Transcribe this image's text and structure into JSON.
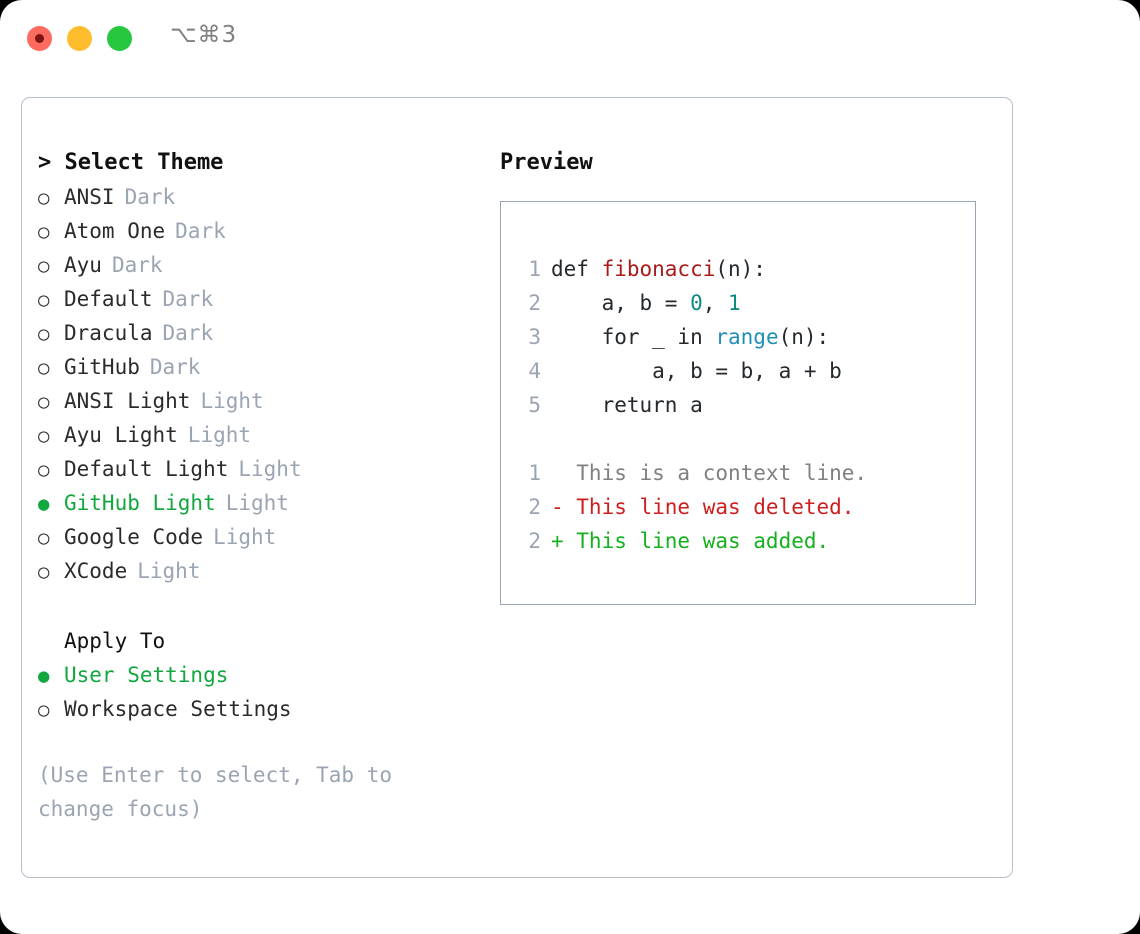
{
  "titlebar": {
    "shortcut": "⌥⌘3",
    "buttons": [
      "close",
      "minimize",
      "maximize"
    ]
  },
  "theme_picker": {
    "heading": "> Select Theme",
    "marker_unselected": "○",
    "marker_selected": "●",
    "items": [
      {
        "label": "ANSI",
        "kind": "Dark",
        "selected": false
      },
      {
        "label": "Atom One",
        "kind": "Dark",
        "selected": false
      },
      {
        "label": "Ayu",
        "kind": "Dark",
        "selected": false
      },
      {
        "label": "Default",
        "kind": "Dark",
        "selected": false
      },
      {
        "label": "Dracula",
        "kind": "Dark",
        "selected": false
      },
      {
        "label": "GitHub",
        "kind": "Dark",
        "selected": false
      },
      {
        "label": "ANSI Light",
        "kind": "Light",
        "selected": false
      },
      {
        "label": "Ayu Light",
        "kind": "Light",
        "selected": false
      },
      {
        "label": "Default Light",
        "kind": "Light",
        "selected": false
      },
      {
        "label": "GitHub Light",
        "kind": "Light",
        "selected": true
      },
      {
        "label": "Google Code",
        "kind": "Light",
        "selected": false
      },
      {
        "label": "XCode",
        "kind": "Light",
        "selected": false
      }
    ]
  },
  "apply_to": {
    "heading": "Apply To",
    "items": [
      {
        "label": "User Settings",
        "selected": true
      },
      {
        "label": "Workspace Settings",
        "selected": false
      }
    ]
  },
  "hint": "(Use Enter to select, Tab to change focus)",
  "preview": {
    "title": "Preview",
    "code_lines": [
      {
        "no": "1",
        "parts": [
          {
            "t": "def ",
            "c": "code-text"
          },
          {
            "t": "fibonacci",
            "c": "tok-fn"
          },
          {
            "t": "(n):",
            "c": "code-text"
          }
        ]
      },
      {
        "no": "2",
        "parts": [
          {
            "t": "    a, b = ",
            "c": "code-text"
          },
          {
            "t": "0",
            "c": "tok-num"
          },
          {
            "t": ", ",
            "c": "code-text"
          },
          {
            "t": "1",
            "c": "tok-num"
          }
        ]
      },
      {
        "no": "3",
        "parts": [
          {
            "t": "    for _ in ",
            "c": "code-text"
          },
          {
            "t": "range",
            "c": "tok-call"
          },
          {
            "t": "(n):",
            "c": "code-text"
          }
        ]
      },
      {
        "no": "4",
        "parts": [
          {
            "t": "        a, b = b, a + b",
            "c": "code-text"
          }
        ]
      },
      {
        "no": "5",
        "parts": [
          {
            "t": "    return a",
            "c": "code-text"
          }
        ]
      }
    ],
    "diff_lines": [
      {
        "no": "1",
        "text": "  This is a context line.",
        "style": "diff-ctx"
      },
      {
        "no": "2",
        "text": "- This line was deleted.",
        "style": "diff-del"
      },
      {
        "no": "2",
        "text": "+ This line was added.",
        "style": "diff-add"
      }
    ]
  },
  "colors": {
    "accent_green": "#12a83f",
    "muted": "#9aa4b2",
    "diff_add": "#16b01f",
    "diff_del": "#cc1f1f",
    "panel_border": "#b7bfcb"
  }
}
